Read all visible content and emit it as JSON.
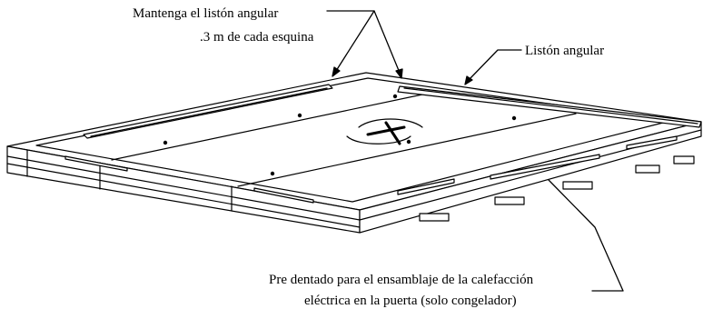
{
  "diagram": {
    "callouts": {
      "keep_angle": {
        "line1": "Mantenga el listón angular",
        "line2": ".3 m de cada esquina"
      },
      "angle_strip": {
        "text": "Listón angular"
      },
      "pre_notched": {
        "line1": "Pre dentado para el ensamblaje de la calefacción",
        "line2": "eléctrica en la puerta (solo congelador)"
      }
    },
    "colors": {
      "line": "#000000",
      "background": "#ffffff"
    }
  }
}
